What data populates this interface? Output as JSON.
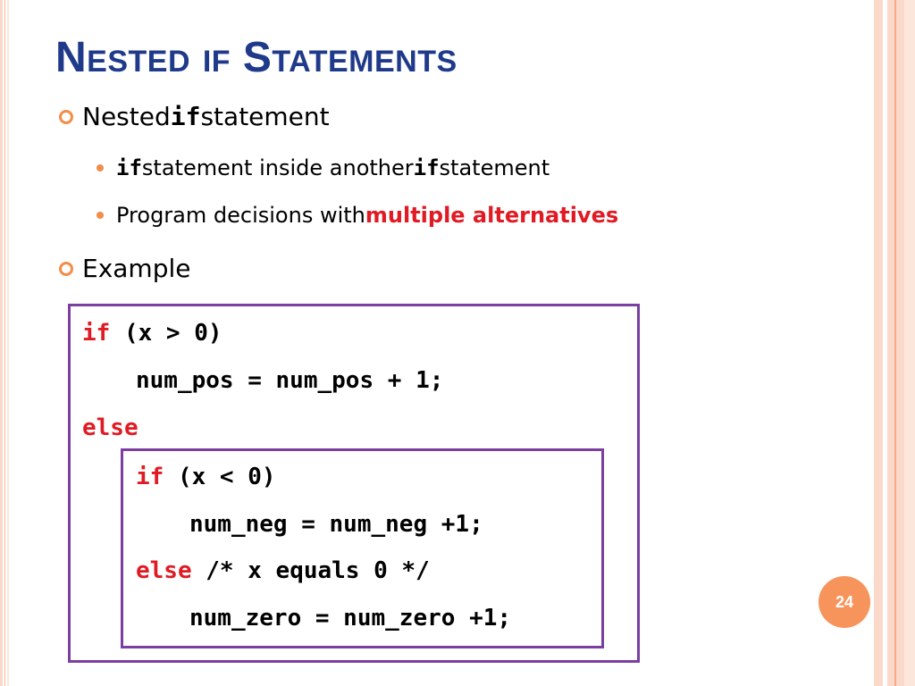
{
  "title": "Nested if Statements",
  "bullets": [
    {
      "text_before": "Nested ",
      "keyword": "if",
      "text_after": " statement",
      "children": [
        {
          "keyword": "if",
          "text_mid": " statement inside another ",
          "keyword2": "if",
          "text_after": " statement"
        },
        {
          "text_before": "Program decisions with ",
          "highlight": "multiple alternatives"
        }
      ]
    },
    {
      "text": "Example"
    }
  ],
  "code": {
    "outer": [
      {
        "kw": "if",
        "rest": " (x > 0)"
      },
      {
        "text": "num_pos = num_pos + 1;"
      },
      {
        "kw": "else"
      }
    ],
    "inner": [
      {
        "kw": "if",
        "rest": " (x < 0)"
      },
      {
        "text": "num_neg = num_neg +1;"
      },
      {
        "kw": "else",
        "rest": " /* x equals 0 */"
      },
      {
        "text": "num_zero = num_zero +1;"
      }
    ]
  },
  "page_number": "24",
  "colors": {
    "title": "#1f3a8a",
    "accent": "#f28d4a",
    "keyword": "#e01b24",
    "box_border": "#7a3fa0",
    "page_badge": "#f7945c"
  }
}
